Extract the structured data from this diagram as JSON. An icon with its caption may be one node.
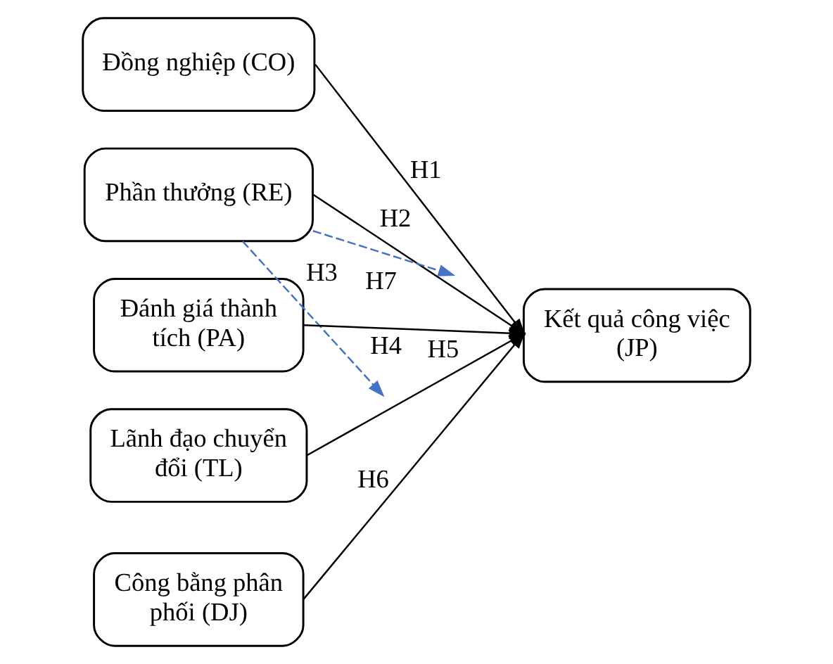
{
  "diagram": {
    "nodes": [
      {
        "text": [
          "Đồng nghiệp (CO)"
        ]
      },
      {
        "text": [
          "Phần thưởng (RE)"
        ]
      },
      {
        "text": [
          "Đánh giá thành tích (PA)"
        ]
      },
      {
        "text": [
          "Lãnh đạo chuyển đổi (TL)"
        ]
      },
      {
        "text": [
          "Công bằng phân phối (DJ)"
        ]
      },
      {
        "text": [
          "Kết quả công việc (JP)"
        ]
      }
    ],
    "edges": [
      {
        "from": 0,
        "to": 5,
        "arrow": "to",
        "label": "H1"
      },
      {
        "from": 1,
        "to": 5,
        "arrow": "to",
        "label": "H2"
      },
      {
        "from": 1,
        "to": null,
        "arrow": "to",
        "label": "H3",
        "style": "dashed",
        "color": "#4472c4"
      },
      {
        "from": 2,
        "to": 5,
        "arrow": "to",
        "label": "H4"
      },
      {
        "from": 3,
        "to": 5,
        "arrow": "to",
        "label": "H5"
      },
      {
        "from": 4,
        "to": 5,
        "arrow": "to",
        "label": "H6"
      },
      {
        "from": 1,
        "to": null,
        "arrow": "to",
        "label": "H7",
        "style": "dashed",
        "color": "#4472c4"
      }
    ]
  }
}
